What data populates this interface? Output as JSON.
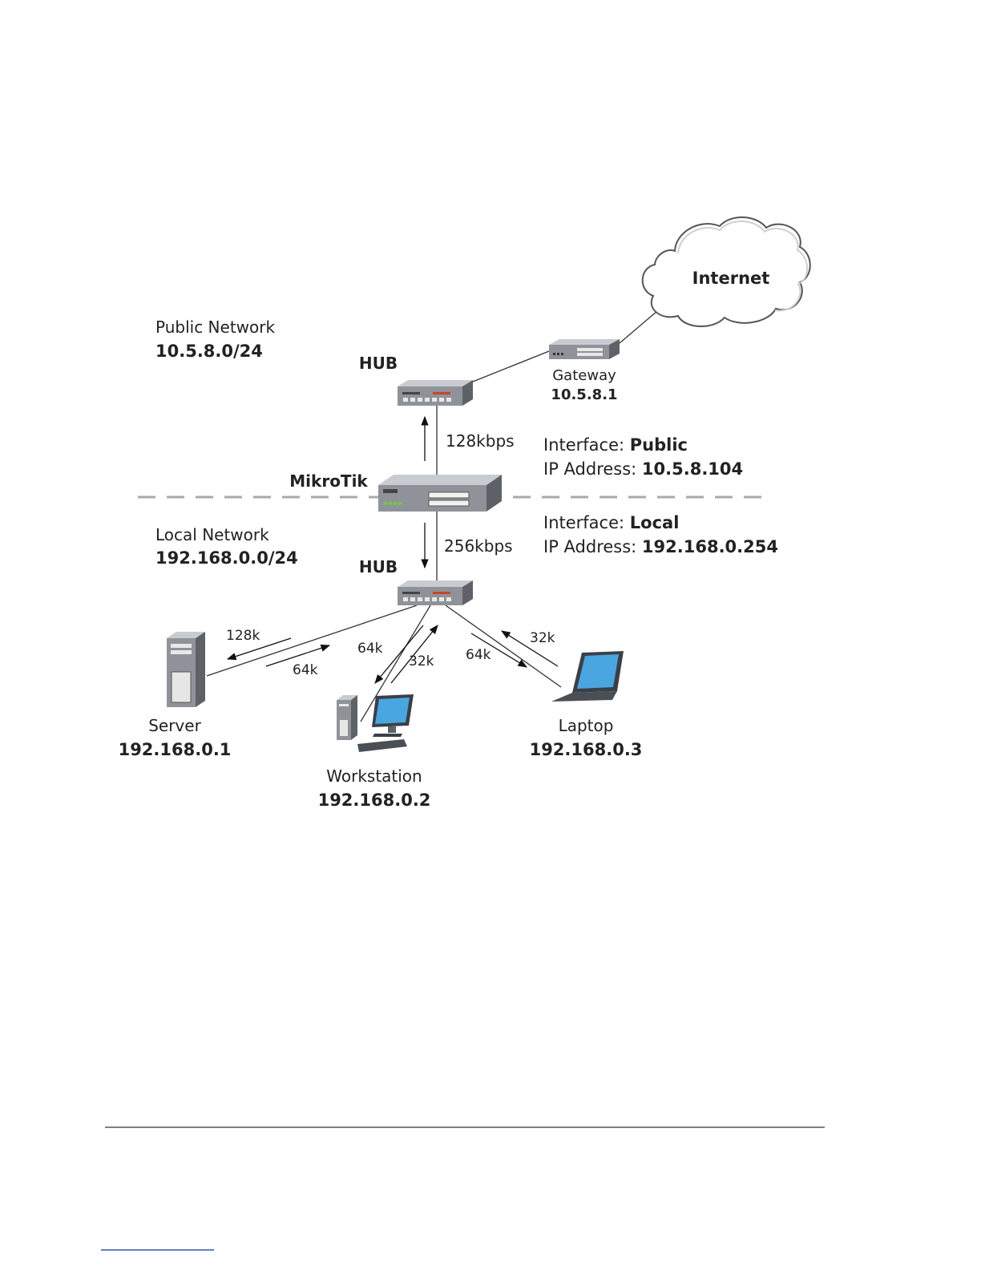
{
  "cloud": {
    "label": "Internet"
  },
  "public_network": {
    "name": "Public Network",
    "subnet": "10.5.8.0/24"
  },
  "local_network": {
    "name": "Local Network",
    "subnet": "192.168.0.0/24"
  },
  "hub_top": {
    "label": "HUB"
  },
  "hub_bottom": {
    "label": "HUB"
  },
  "gateway": {
    "name": "Gateway",
    "ip": "10.5.8.1"
  },
  "router": {
    "label": "MikroTik"
  },
  "public_interface": {
    "interface_prefix": "Interface: ",
    "interface_name": "Public",
    "ip_prefix": "IP Address: ",
    "ip": "10.5.8.104"
  },
  "local_interface": {
    "interface_prefix": "Interface: ",
    "interface_name": "Local",
    "ip_prefix": "IP Address: ",
    "ip": "192.168.0.254"
  },
  "links": {
    "uplink_rate": "128kbps",
    "downlink_rate": "256kbps",
    "server_up": "128k",
    "server_down": "64k",
    "workstation_down": "64k",
    "workstation_up": "32k",
    "laptop_down": "64k",
    "laptop_up": "32k"
  },
  "server": {
    "name": "Server",
    "ip": "192.168.0.1"
  },
  "workstation": {
    "name": "Workstation",
    "ip": "192.168.0.2"
  },
  "laptop": {
    "name": "Laptop",
    "ip": "192.168.0.3"
  },
  "colors": {
    "device_top": "#c8cbcf",
    "device_front": "#8f9399",
    "device_side": "#5e6268",
    "screen": "#4aa6e0",
    "led_red": "#c8442c",
    "led_green": "#6fcf3a"
  }
}
